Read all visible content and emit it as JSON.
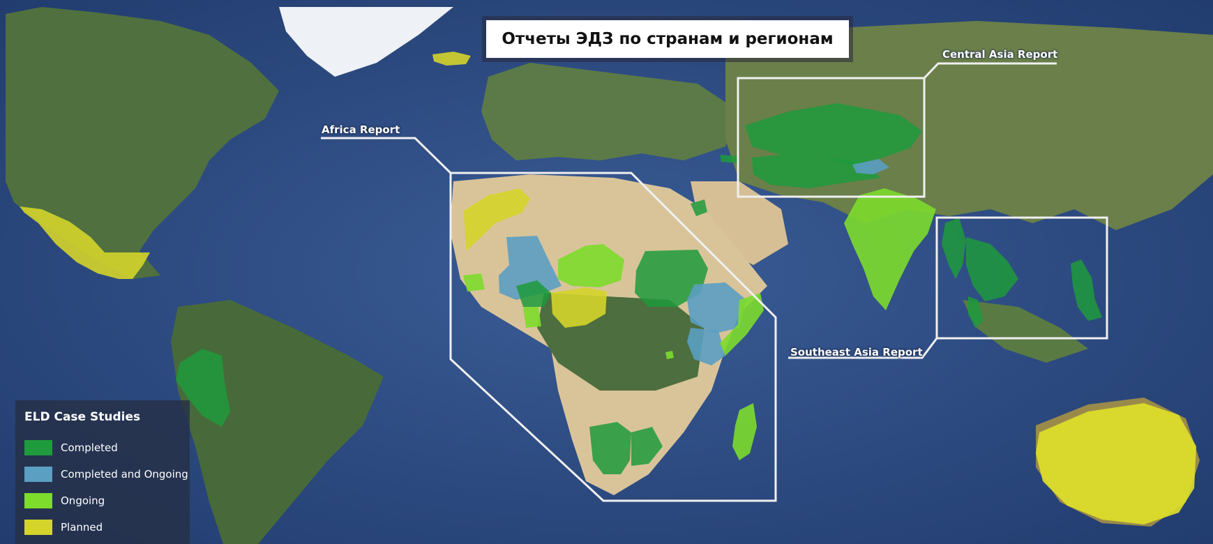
{
  "map": {
    "title": "Отчеты ЭДЗ по странам и регионам",
    "regions": {
      "central_asia": "Central Asia Report",
      "africa": "Africa Report",
      "southeast_asia": "Southeast Asia Report"
    },
    "legend": {
      "title": "ELD Case Studies",
      "items": [
        {
          "label": "Completed",
          "color": "#1f9a3c"
        },
        {
          "label": "Completed and Ongoing",
          "color": "#5b9fc2"
        },
        {
          "label": "Ongoing",
          "color": "#7ddc2c"
        },
        {
          "label": "Planned",
          "color": "#d4d42a"
        }
      ]
    },
    "colors": {
      "ocean": "#2f4f86",
      "land": "#4d6e42",
      "desert": "#d8c39a",
      "ice": "#f2f4f7",
      "region_outline": "#f0f0f0"
    }
  }
}
